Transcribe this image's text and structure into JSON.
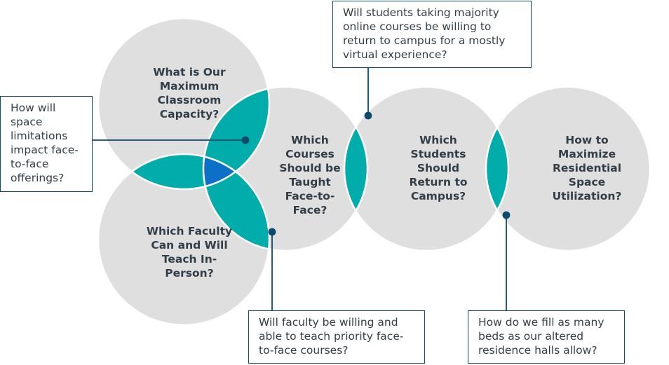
{
  "colors": {
    "circle_fill": "#dfdfe0",
    "lens_fill": "#00adab",
    "center_fill": "#0c6fc8",
    "outline": "#ffffff",
    "connector": "#0d4a6b",
    "text": "#333f48"
  },
  "circles": [
    {
      "id": "classroom-capacity",
      "label": "What is Our Maximum Classroom Capacity?"
    },
    {
      "id": "faculty-in-person",
      "label": "Which Faculty Can and Will Teach In-Person?"
    },
    {
      "id": "courses-face-to-face",
      "label": "Which Courses Should be Taught Face-to-Face?"
    },
    {
      "id": "students-return",
      "label": "Which Students Should Return to Campus?"
    },
    {
      "id": "residential-space",
      "label": "How to Maximize Residential Space Utilization?"
    }
  ],
  "callouts": [
    {
      "id": "space-limitations",
      "text": "How will space limitations impact face-to-face offerings?"
    },
    {
      "id": "online-students",
      "text": "Will students taking majority online courses be willing to return to campus for a mostly virtual experience?"
    },
    {
      "id": "faculty-willing",
      "text": "Will faculty be willing and able to teach priority face-to-face courses?"
    },
    {
      "id": "fill-beds",
      "text": "How do we fill as many beds as our altered residence halls allow?"
    }
  ]
}
